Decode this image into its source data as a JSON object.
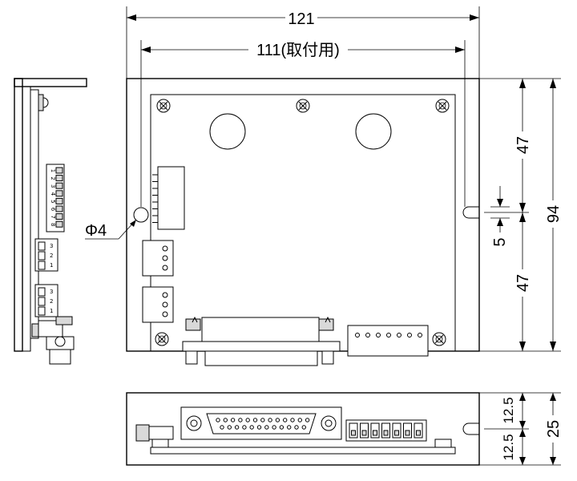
{
  "dimensions": {
    "overall_width": "121",
    "mounting_pitch": "111(取付用)",
    "hole_diameter": "Φ4",
    "upper_half_height": "47",
    "slot_width": "5",
    "lower_half_height": "47",
    "overall_height": "94",
    "side_upper": "12.5",
    "side_lower": "12.5",
    "side_total": "25"
  },
  "dip_switch_numbers": [
    "1",
    "2",
    "3",
    "4",
    "5",
    "6",
    "7",
    "8"
  ],
  "connector_pin_labels": [
    "3",
    "2",
    "1"
  ]
}
